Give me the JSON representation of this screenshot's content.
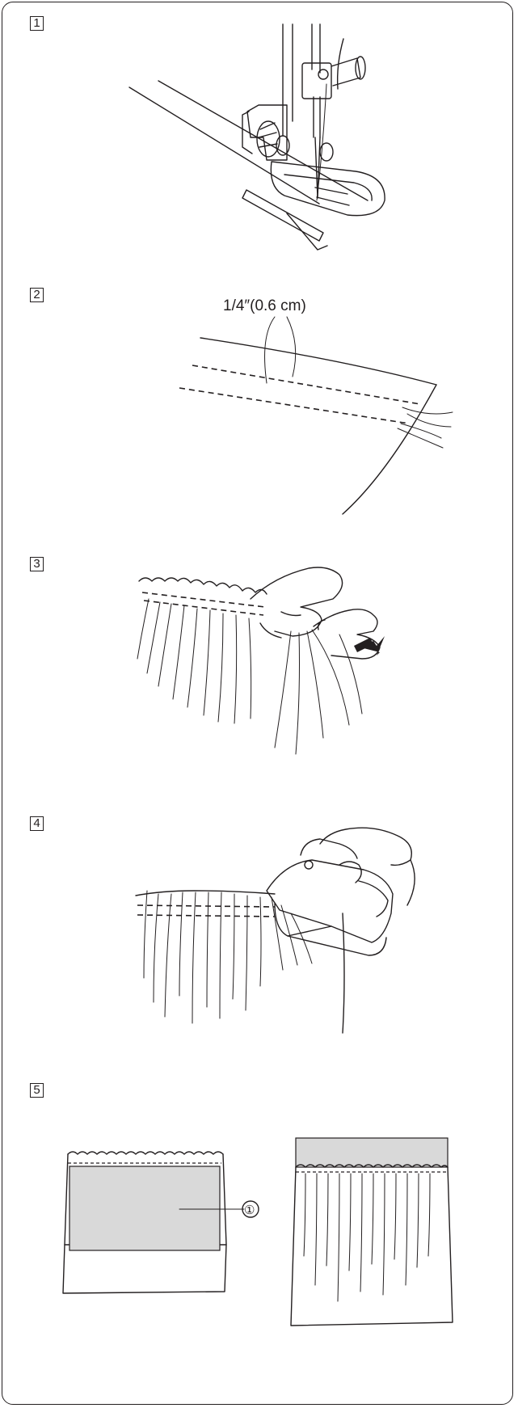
{
  "steps": [
    {
      "number": "1"
    },
    {
      "number": "2",
      "measurement_label": "1/4″(0.6 cm)"
    },
    {
      "number": "3"
    },
    {
      "number": "4"
    },
    {
      "number": "5",
      "callout": "①"
    }
  ],
  "colors": {
    "ink": "#231f20",
    "fabric_fill": "#d9d9d9",
    "arrow": "#231f20"
  }
}
